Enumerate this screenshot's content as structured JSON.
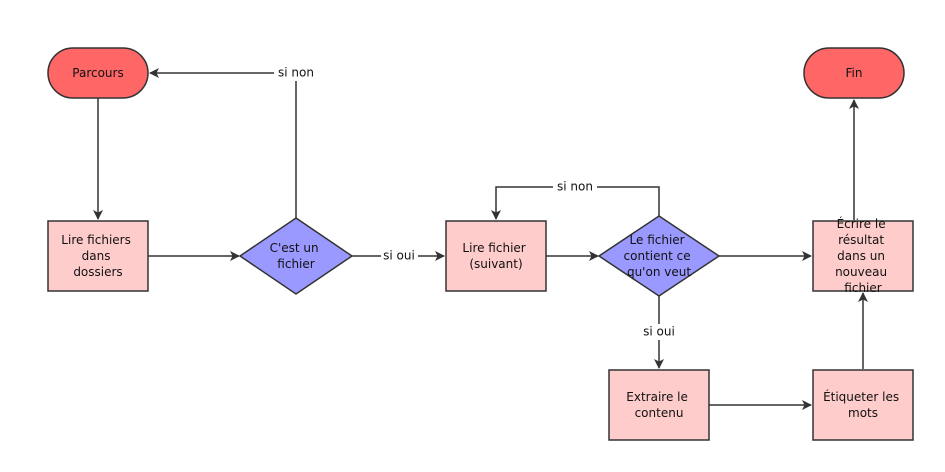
{
  "colors": {
    "terminal_fill": "#ff6666",
    "process_fill": "#ffcccc",
    "decision_fill": "#9999ff",
    "stroke": "#333333",
    "text": "#111111"
  },
  "nodes": {
    "parcours": {
      "shape": "terminal",
      "lines": [
        "Parcours"
      ]
    },
    "lire_fichiers": {
      "shape": "process",
      "lines": [
        "Lire fichiers",
        "dans",
        "dossiers"
      ]
    },
    "cest_fichier": {
      "shape": "decision",
      "lines": [
        "C'est un",
        "fichier"
      ]
    },
    "lire_fichier": {
      "shape": "process",
      "lines": [
        "Lire fichier",
        "(suivant)"
      ]
    },
    "contient": {
      "shape": "decision",
      "lines": [
        "Le fichier",
        "contient ce",
        "qu'on veut"
      ]
    },
    "extraire": {
      "shape": "process",
      "lines": [
        "Extraire le",
        "contenu"
      ]
    },
    "etiqueter": {
      "shape": "process",
      "lines": [
        "Étiqueter les",
        "mots"
      ]
    },
    "ecrire": {
      "shape": "process",
      "lines": [
        "Écrire le",
        "résultat",
        "dans un",
        "nouveau",
        "fichier"
      ]
    },
    "fin": {
      "shape": "terminal",
      "lines": [
        "Fin"
      ]
    }
  },
  "edges": {
    "parcours_to_lire_fichiers": {
      "from": "parcours",
      "to": "lire_fichiers",
      "label": ""
    },
    "lire_fichiers_to_cest": {
      "from": "lire_fichiers",
      "to": "cest_fichier",
      "label": ""
    },
    "cest_to_parcours": {
      "from": "cest_fichier",
      "to": "parcours",
      "label": "si non"
    },
    "cest_to_lire_fichier": {
      "from": "cest_fichier",
      "to": "lire_fichier",
      "label": "si oui"
    },
    "lire_fichier_to_contient": {
      "from": "lire_fichier",
      "to": "contient",
      "label": ""
    },
    "contient_to_lire_fichier": {
      "from": "contient",
      "to": "lire_fichier",
      "label": "si non"
    },
    "contient_to_extraire": {
      "from": "contient",
      "to": "extraire",
      "label": "si oui"
    },
    "contient_to_ecrire": {
      "from": "contient",
      "to": "ecrire",
      "label": ""
    },
    "extraire_to_etiqueter": {
      "from": "extraire",
      "to": "etiqueter",
      "label": ""
    },
    "etiqueter_to_ecrire": {
      "from": "etiqueter",
      "to": "ecrire",
      "label": ""
    },
    "ecrire_to_fin": {
      "from": "ecrire",
      "to": "fin",
      "label": ""
    }
  }
}
